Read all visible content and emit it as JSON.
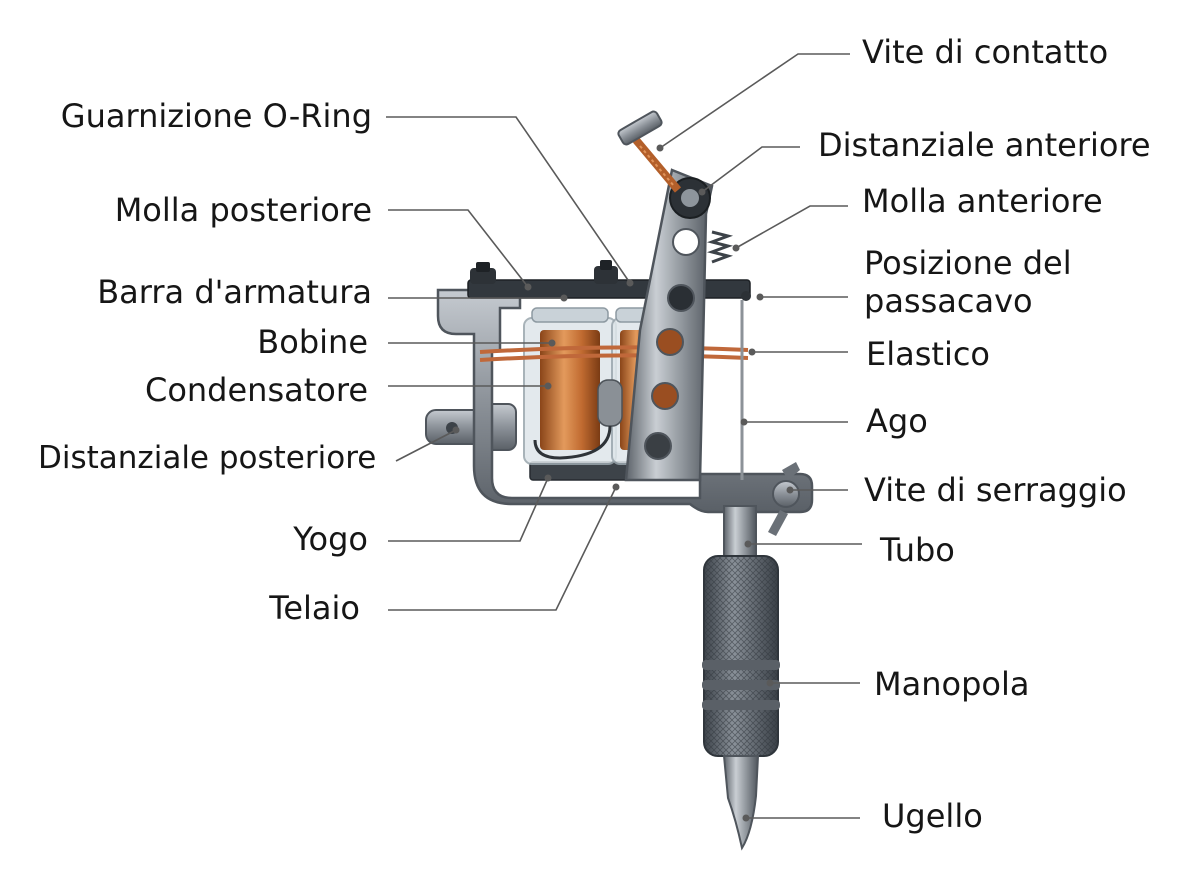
{
  "labels": {
    "left": {
      "guarnizione_o_ring": "Guarnizione O-Ring",
      "molla_posteriore": "Molla posteriore",
      "barra_armatura": "Barra d'armatura",
      "bobine": "Bobine",
      "condensatore": "Condensatore",
      "distanziale_posteriore": "Distanziale posteriore",
      "yogo": "Yogo",
      "telaio": "Telaio"
    },
    "right": {
      "vite_di_contatto": "Vite di contatto",
      "distanziale_anteriore": "Distanziale anteriore",
      "molla_anteriore": "Molla anteriore",
      "posizione_passacavo": "Posizione del\npassacavo",
      "elastico": "Elastico",
      "ago": "Ago",
      "vite_di_serraggio": "Vite di serraggio",
      "tubo": "Tubo",
      "manopola": "Manopola",
      "ugello": "Ugello"
    }
  },
  "colors": {
    "background": "#ffffff",
    "text": "#161616",
    "leader_line": "#5a5a5a",
    "steel": "#8d939a",
    "steel_dark": "#4f555c",
    "copper": "#c4723a",
    "rubber_band": "#c0683a"
  }
}
